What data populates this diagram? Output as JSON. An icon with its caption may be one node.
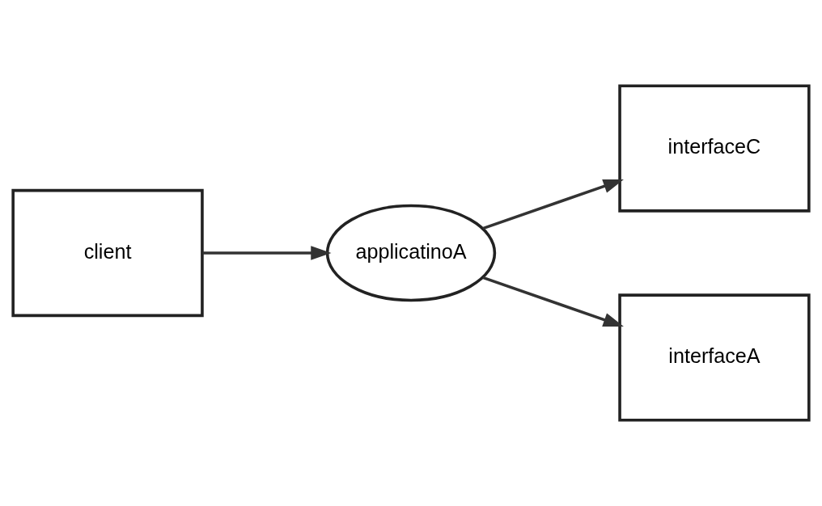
{
  "diagram": {
    "nodes": [
      {
        "text": [
          "interfaceC"
        ]
      },
      {
        "text": [
          "interfaceA"
        ]
      },
      {
        "text": [
          "applicatinoA"
        ]
      },
      {
        "text": [
          "client"
        ]
      }
    ],
    "edges": [
      {
        "from": 3,
        "to": 2,
        "arrow": "to"
      },
      {
        "from": 2,
        "to": 0,
        "arrow": "to"
      },
      {
        "from": 2,
        "to": 1,
        "arrow": "to"
      }
    ]
  }
}
